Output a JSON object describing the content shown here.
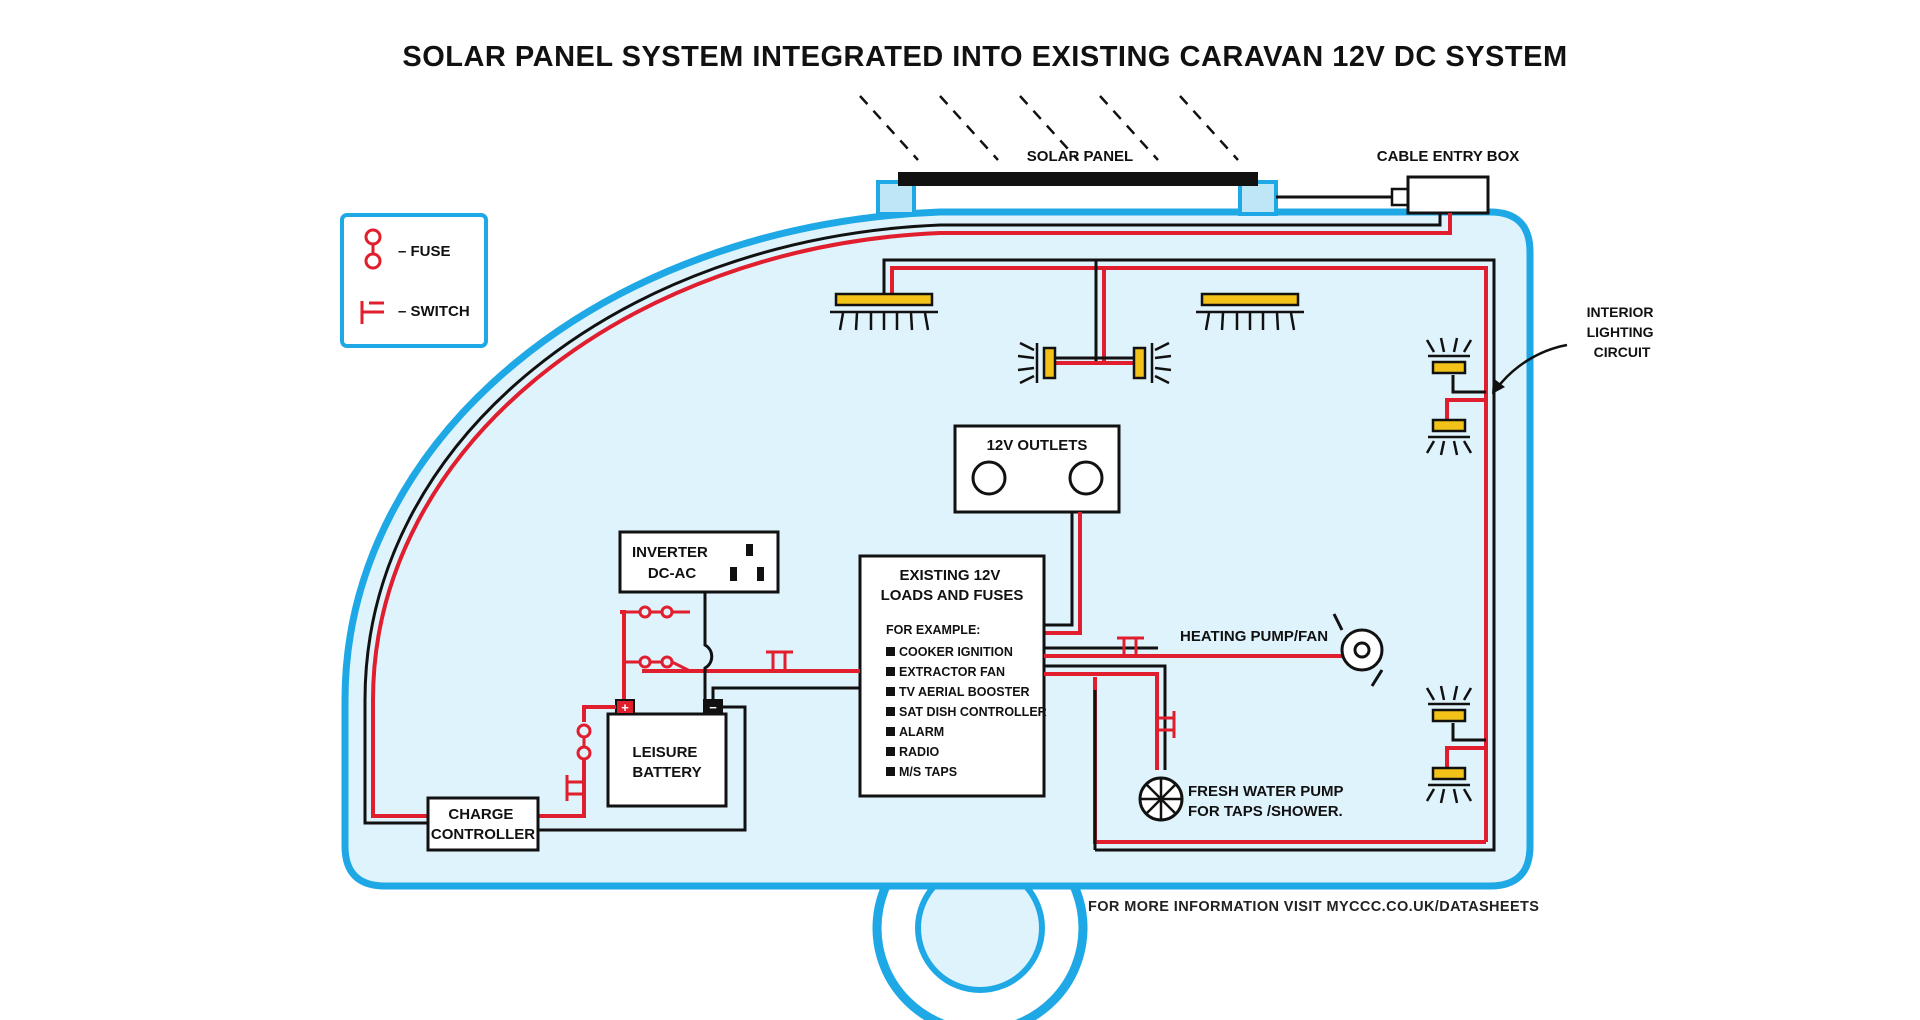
{
  "title": "SOLAR PANEL SYSTEM INTEGRATED INTO EXISTING CARAVAN 12V DC SYSTEM",
  "legend": {
    "fuse_label": "– FUSE",
    "switch_label": "– SWITCH"
  },
  "labels": {
    "solar_panel": "SOLAR PANEL",
    "cable_entry_box": "CABLE ENTRY BOX",
    "interior_lighting": [
      "INTERIOR",
      "LIGHTING",
      "CIRCUIT"
    ],
    "outlets": "12V OUTLETS",
    "inverter": [
      "INVERTER",
      "DC-AC"
    ],
    "loads_title": [
      "EXISTING 12V",
      "LOADS AND FUSES"
    ],
    "loads_example": "FOR EXAMPLE:",
    "loads_items": [
      "COOKER IGNITION",
      "EXTRACTOR FAN",
      "TV AERIAL BOOSTER",
      "SAT DISH CONTROLLER",
      "ALARM",
      "RADIO",
      "M/S TAPS"
    ],
    "heating": "HEATING PUMP/FAN",
    "water_pump": [
      "FRESH WATER PUMP",
      "FOR TAPS /SHOWER."
    ],
    "battery": [
      "LEISURE",
      "BATTERY"
    ],
    "battery_plus": "+",
    "battery_minus": "−",
    "charge_controller": [
      "CHARGE",
      "CONTROLLER"
    ]
  },
  "footer": "FOR MORE INFORMATION VISIT MYCCC.CO.UK/DATASHEETS",
  "colors": {
    "body_fill": "#dff3fc",
    "body_stroke": "#1fa8e6",
    "wire_red": "#e01e2d",
    "wire_black": "#111111",
    "lamp": "#f2c218"
  }
}
